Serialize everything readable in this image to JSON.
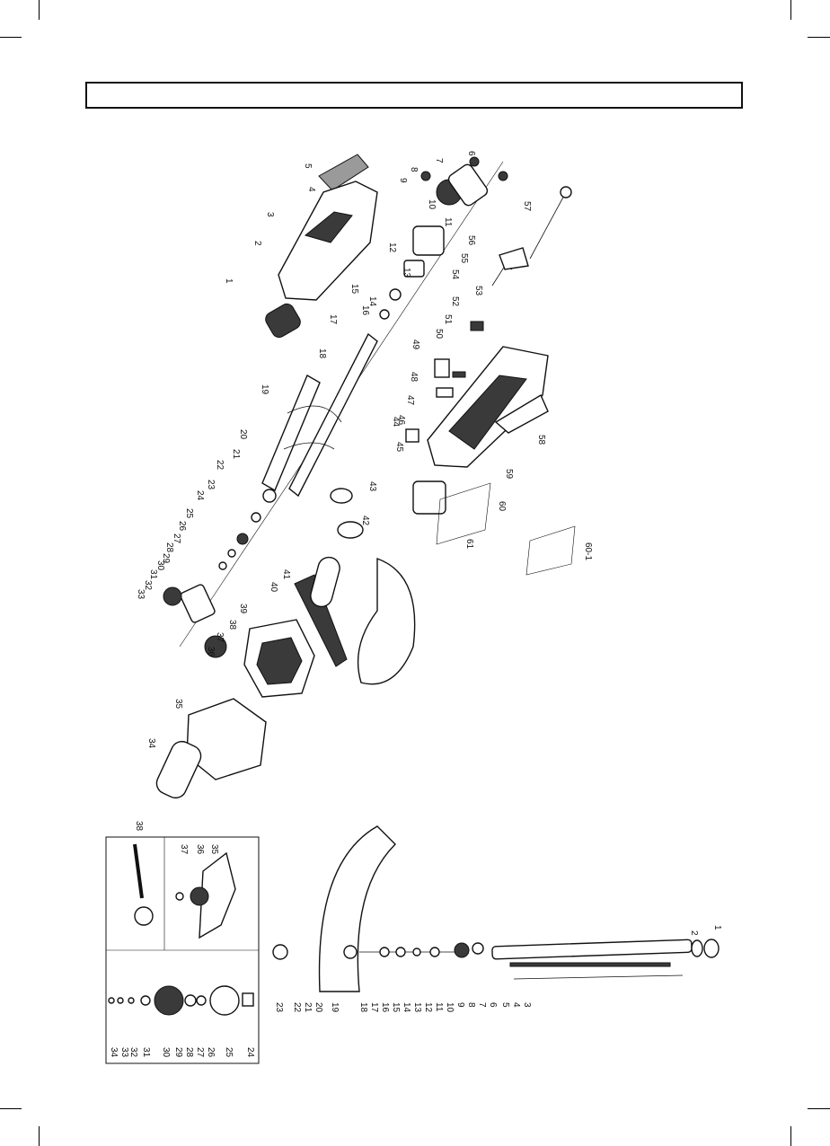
{
  "title_box": {
    "text": ""
  },
  "upper_labels": [
    "1",
    "2",
    "3",
    "4",
    "5",
    "6",
    "7",
    "8",
    "9",
    "10",
    "11",
    "12",
    "13",
    "14",
    "15",
    "16",
    "17",
    "18",
    "19",
    "20",
    "21",
    "22",
    "23",
    "24",
    "25",
    "26",
    "27",
    "28",
    "29",
    "30",
    "31",
    "32",
    "33",
    "34",
    "35",
    "36",
    "37",
    "38",
    "39",
    "40",
    "41",
    "42",
    "43",
    "44",
    "45",
    "46",
    "47",
    "48",
    "49",
    "50",
    "51",
    "52",
    "53",
    "54",
    "55",
    "56",
    "57",
    "58",
    "59",
    "60",
    "60-1",
    "61"
  ],
  "lower_labels": [
    "1",
    "2",
    "3",
    "4",
    "5",
    "6",
    "7",
    "8",
    "9",
    "10",
    "11",
    "12",
    "13",
    "14",
    "15",
    "16",
    "17",
    "18",
    "19",
    "20",
    "21",
    "22",
    "23",
    "24",
    "25",
    "26",
    "27",
    "28",
    "29",
    "30",
    "31",
    "32",
    "33",
    "34",
    "35",
    "36",
    "37",
    "38"
  ]
}
